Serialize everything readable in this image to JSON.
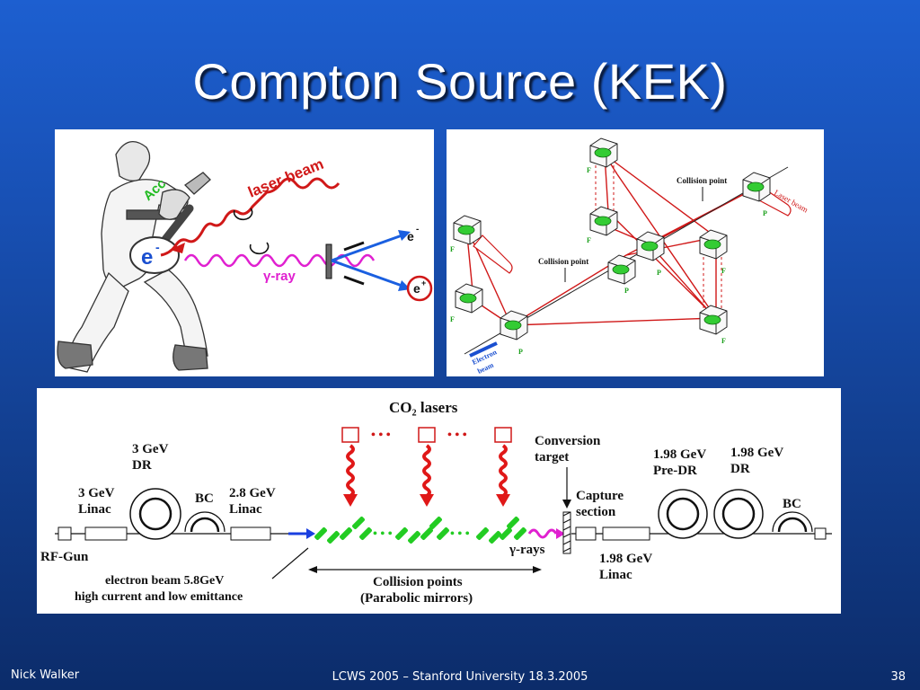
{
  "slide": {
    "title": "Compton Source (KEK)",
    "footer_left": "Nick Walker",
    "footer_center": "LCWS 2005 – Stanford University 18.3.2005",
    "page_number": "38"
  },
  "panel_baseball": {
    "label_acc": "Acc",
    "label_laser": "laser beam",
    "label_electron": "e",
    "label_electron_sup": "-",
    "label_gamma": "γ-ray",
    "label_eminus": "e",
    "label_eminus_sup": "-",
    "label_eplus": "e",
    "label_eplus_sup": "+"
  },
  "panel_mirrors": {
    "collision_point_top": "Collision point",
    "collision_point_left": "Collision point",
    "laser_beam": "Laser beam",
    "electron_beam_1": "Electron",
    "electron_beam_2": "beam",
    "mirror_f": "F",
    "mirror_p": "P"
  },
  "panel_layout": {
    "co2_lasers": "CO₂ lasers",
    "dots": "• • •",
    "dr_3gev_1": "3 GeV",
    "dr_3gev_2": "DR",
    "linac_3gev_1": "3 GeV",
    "linac_3gev_2": "Linac",
    "bc_left": "BC",
    "linac_28_1": "2.8 GeV",
    "linac_28_2": "Linac",
    "rf_gun": "RF-Gun",
    "ebeam_1": "electron beam 5.8GeV",
    "ebeam_2": "high current and low emittance",
    "collision_1": "Collision points",
    "collision_2": "(Parabolic mirrors)",
    "gamma_rays": "γ-rays",
    "conversion_1": "Conversion",
    "conversion_2": "target",
    "capture_1": "Capture",
    "capture_2": "section",
    "predr_1": "1.98 GeV",
    "predr_2": "Pre-DR",
    "dr198_1": "1.98 GeV",
    "dr198_2": "DR",
    "bc_right": "BC",
    "linac198_1": "1.98 GeV",
    "linac198_2": "Linac"
  }
}
